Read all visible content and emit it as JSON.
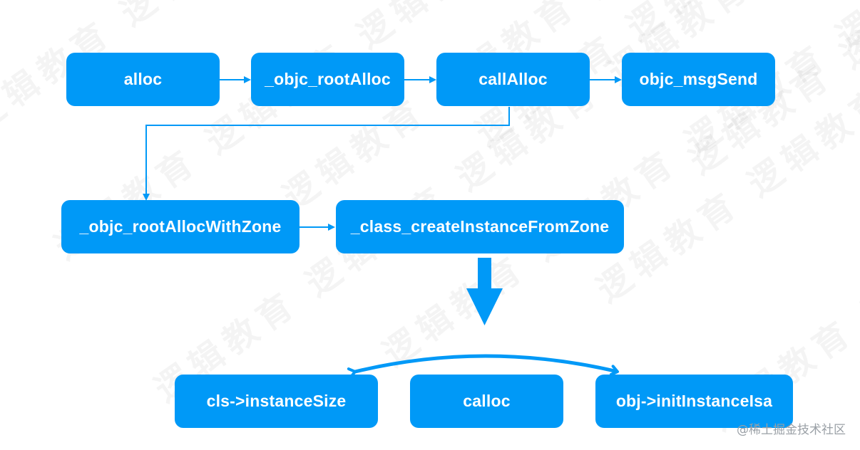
{
  "nodes": {
    "alloc": "alloc",
    "objc_rootAlloc": "_objc_rootAlloc",
    "callAlloc": "callAlloc",
    "objc_msgSend": "objc_msgSend",
    "objc_rootAllocWithZone": "_objc_rootAllocWithZone",
    "class_createInstanceFromZone": "_class_createInstanceFromZone",
    "cls_instanceSize": "cls->instanceSize",
    "calloc": "calloc",
    "obj_initInstanceIsa": "obj->initInstanceIsa"
  },
  "watermark": "逻辑教育",
  "credit": "@稀土掘金技术社区",
  "colors": {
    "node": "#0099f7",
    "edge": "#0099f7"
  }
}
